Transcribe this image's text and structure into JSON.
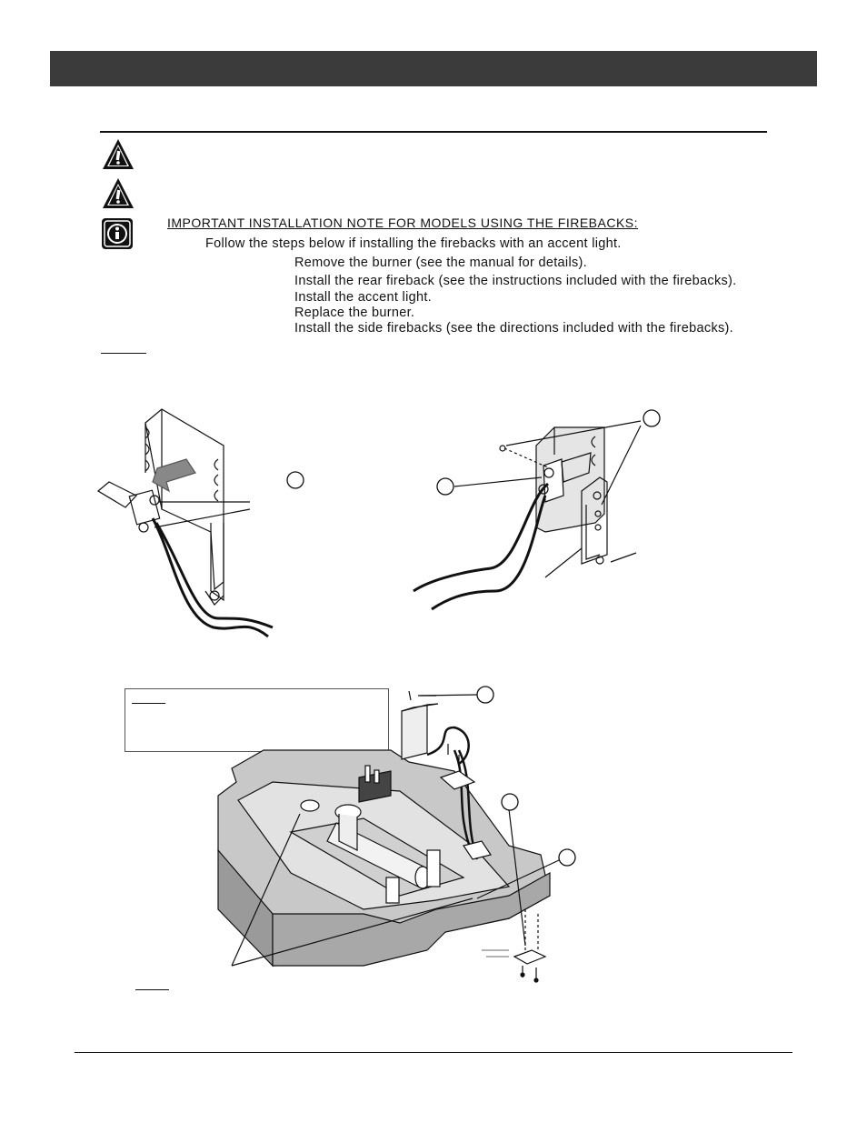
{
  "header": {
    "bar_color": "#3b3b3b"
  },
  "icons": {
    "warning_1": "warning-triangle-icon",
    "warning_2": "warning-triangle-icon",
    "info": "information-icon"
  },
  "note": {
    "title": "IMPORTANT INSTALLATION NOTE FOR MODELS USING THE FIREBACKS:",
    "intro": "Follow the steps below if installing the firebacks with an accent light.",
    "steps": [
      "Remove the burner (see the manual for details).",
      "Install the rear fireback (see the instructions included with the firebacks).",
      "Install the accent light.",
      "Replace the burner.",
      "Install the side firebacks (see the directions included with the firebacks)."
    ]
  }
}
